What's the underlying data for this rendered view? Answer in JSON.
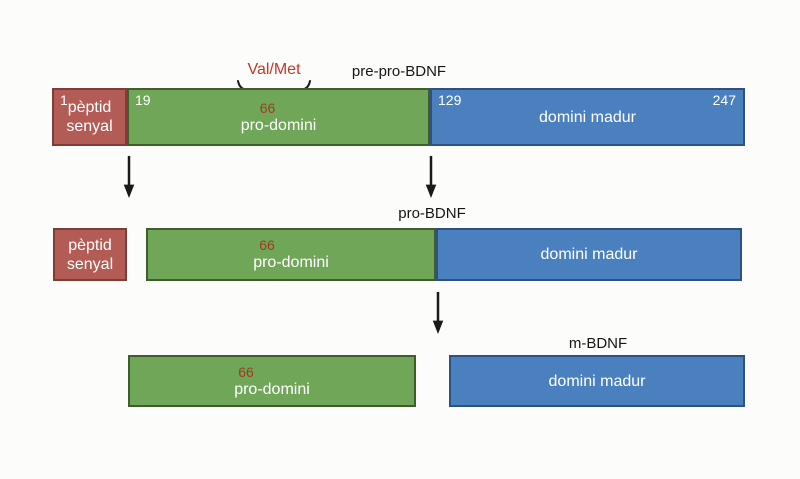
{
  "annotations": {
    "val_met": "Val/Met"
  },
  "stages": [
    {
      "label": "pre-pro-BDNF",
      "signal": {
        "num_start": "1",
        "line1": "pèptid",
        "line2": "senyal"
      },
      "pro": {
        "num_start": "19",
        "num_mid": "66",
        "name": "pro-domini"
      },
      "mature": {
        "num_start": "129",
        "num_end": "247",
        "name": "domini madur"
      }
    },
    {
      "label": "pro-BDNF",
      "signal": {
        "line1": "pèptid",
        "line2": "senyal"
      },
      "pro": {
        "num_mid": "66",
        "name": "pro-domini"
      },
      "mature": {
        "name": "domini madur"
      }
    },
    {
      "label": "m-BDNF",
      "pro": {
        "num_mid": "66",
        "name": "pro-domini"
      },
      "mature": {
        "name": "domini madur"
      }
    }
  ],
  "colors": {
    "signal_fill": "#b35c55",
    "signal_border": "#7e3d38",
    "pro_fill": "#6fa657",
    "pro_border": "#3f5e2c",
    "mature_fill": "#4a80be",
    "mature_border": "#2c5182",
    "annotation_red": "#bf3a2b",
    "residue_red": "#9f3c23"
  }
}
